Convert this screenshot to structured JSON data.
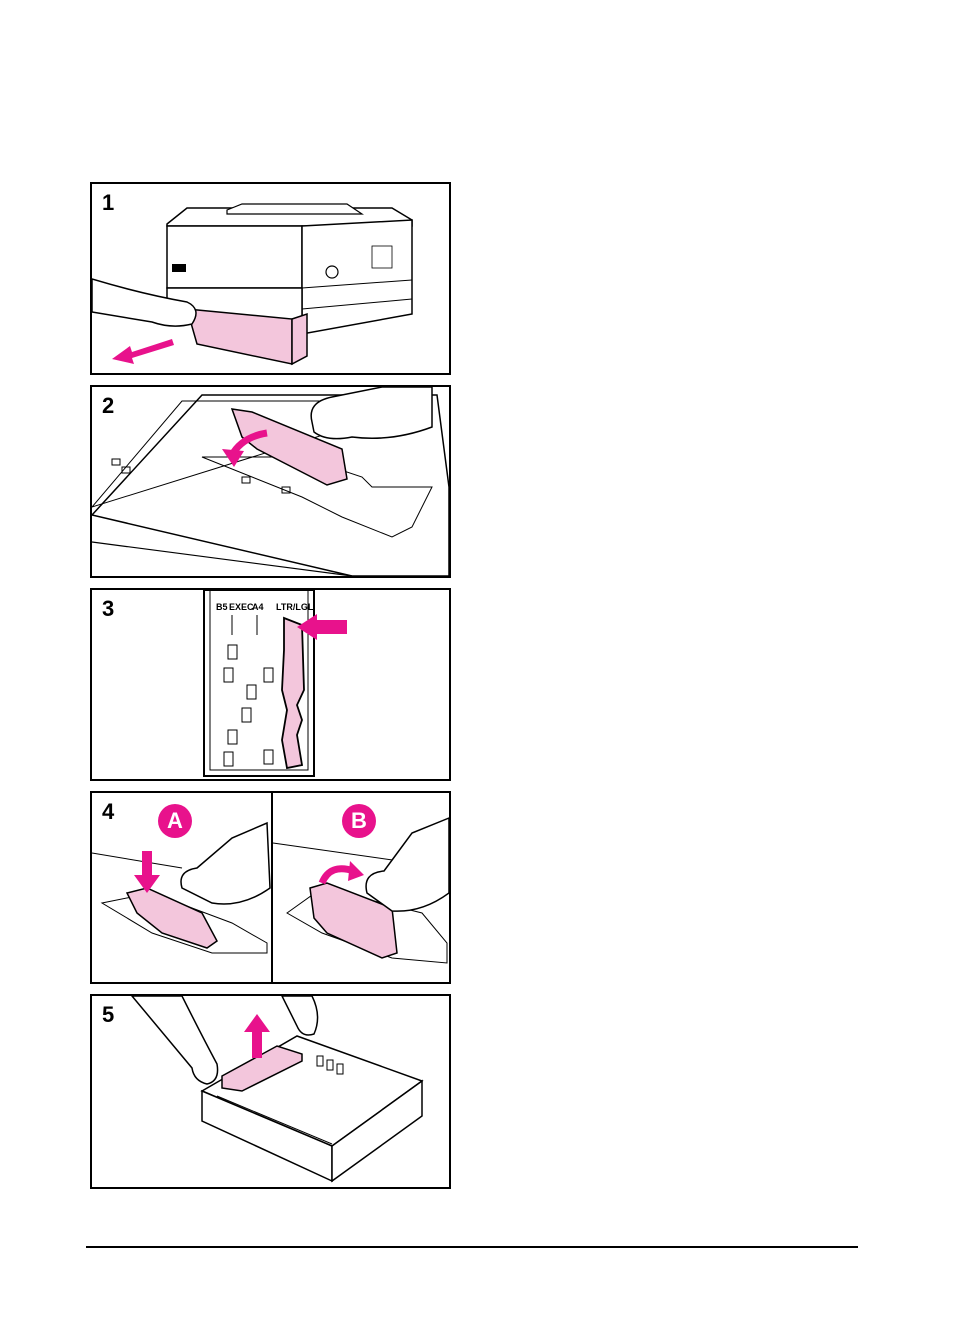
{
  "steps": [
    {
      "number": "1"
    },
    {
      "number": "2"
    },
    {
      "number": "3",
      "size_labels": [
        "B5",
        "EXEC",
        "A4",
        "LTR/LGL"
      ]
    },
    {
      "number": "4",
      "sub_labels": [
        "A",
        "B"
      ]
    },
    {
      "number": "5"
    }
  ],
  "colors": {
    "accent": "#e8128c",
    "part_fill": "#f3c6dc",
    "line": "#000000"
  }
}
